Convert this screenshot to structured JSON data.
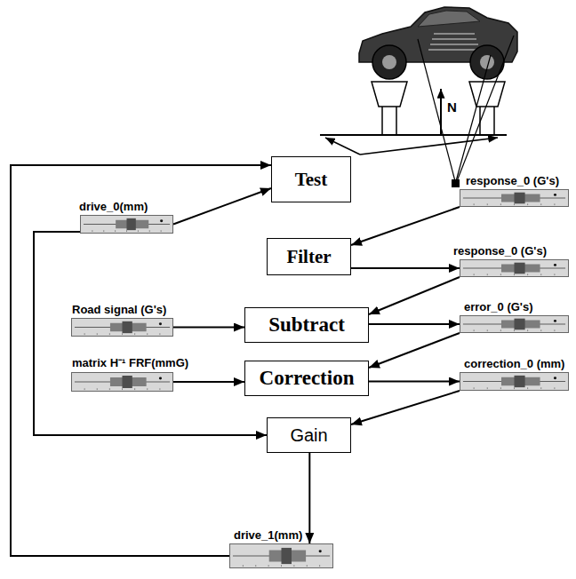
{
  "diagram": {
    "nodes": [
      {
        "text": [
          "response_0 (G's)"
        ]
      },
      {
        "text": [
          "Test"
        ]
      },
      {
        "text": [
          "drive_0(mm)"
        ]
      },
      {
        "text": [
          "Filter"
        ]
      },
      {
        "text": [
          "response_0 (G's)"
        ]
      },
      {
        "text": [
          "Road signal (G's)"
        ]
      },
      {
        "text": [
          "Subtract"
        ]
      },
      {
        "text": [
          "error_0 (G's)"
        ]
      },
      {
        "text": [
          "matrix H⁻¹ FRF(mmG)"
        ]
      },
      {
        "text": [
          "Correction"
        ]
      },
      {
        "text": [
          "correction_0 (mm)"
        ]
      },
      {
        "text": [
          "Gain"
        ]
      },
      {
        "text": [
          "drive_1(mm)"
        ]
      }
    ],
    "edges": [
      {
        "from": 2,
        "to": 1,
        "arrow": "to"
      },
      {
        "from": 0,
        "to": 3,
        "arrow": "to"
      },
      {
        "from": 3,
        "to": 4,
        "arrow": "to"
      },
      {
        "from": 4,
        "to": 6,
        "arrow": "to"
      },
      {
        "from": 5,
        "to": 6,
        "arrow": "to"
      },
      {
        "from": 6,
        "to": 7,
        "arrow": "to"
      },
      {
        "from": 7,
        "to": 9,
        "arrow": "to"
      },
      {
        "from": 8,
        "to": 9,
        "arrow": "to"
      },
      {
        "from": 9,
        "to": 10,
        "arrow": "to"
      },
      {
        "from": 10,
        "to": 11,
        "arrow": "to"
      },
      {
        "from": 2,
        "to": 11,
        "arrow": "to"
      },
      {
        "from": 11,
        "to": 12,
        "arrow": "to"
      },
      {
        "from": 12,
        "to": 1,
        "arrow": "to"
      }
    ],
    "labels": [
      "N"
    ]
  }
}
